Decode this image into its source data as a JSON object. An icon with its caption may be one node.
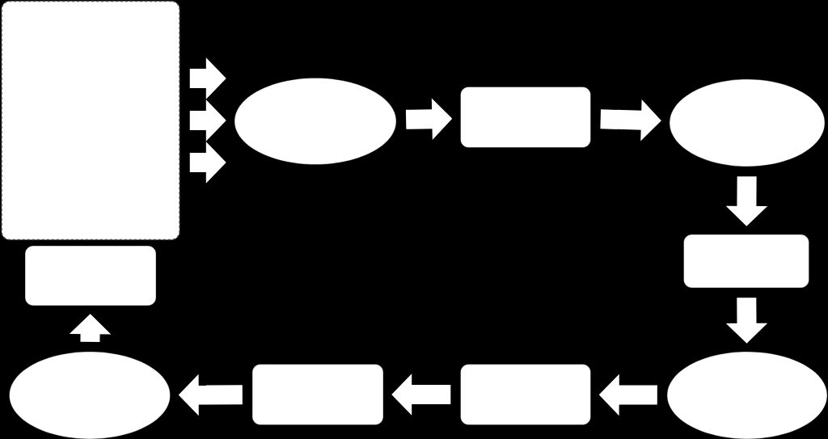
{
  "diagram": {
    "nodes": [
      {
        "text": [],
        "shape": "box"
      },
      {
        "text": [],
        "shape": "ellipse"
      },
      {
        "text": [],
        "shape": "box"
      },
      {
        "text": [],
        "shape": "ellipse"
      },
      {
        "text": [],
        "shape": "box"
      },
      {
        "text": [],
        "shape": "ellipse"
      },
      {
        "text": [],
        "shape": "box"
      },
      {
        "text": [],
        "shape": "box"
      },
      {
        "text": [],
        "shape": "ellipse"
      },
      {
        "text": [],
        "shape": "box"
      }
    ],
    "edges": [
      {
        "from": 0,
        "to": 1,
        "arrow": "to"
      },
      {
        "from": 0,
        "to": 1,
        "arrow": "to"
      },
      {
        "from": 0,
        "to": 1,
        "arrow": "to"
      },
      {
        "from": 1,
        "to": 2,
        "arrow": "to"
      },
      {
        "from": 2,
        "to": 3,
        "arrow": "to"
      },
      {
        "from": 3,
        "to": 4,
        "arrow": "to"
      },
      {
        "from": 4,
        "to": 5,
        "arrow": "to"
      },
      {
        "from": 5,
        "to": 6,
        "arrow": "to"
      },
      {
        "from": 6,
        "to": 7,
        "arrow": "to"
      },
      {
        "from": 7,
        "to": 8,
        "arrow": "to"
      },
      {
        "from": 8,
        "to": 9,
        "arrow": "to"
      }
    ]
  }
}
